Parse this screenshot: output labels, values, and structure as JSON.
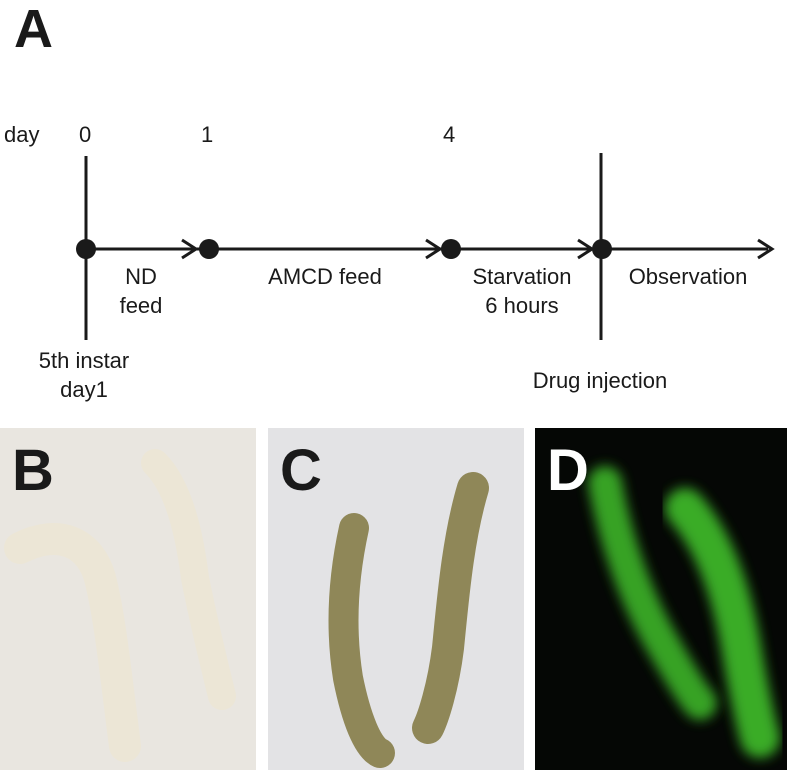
{
  "panel_a": {
    "letter": "A",
    "day_label": "day",
    "day_ticks": [
      "0",
      "1",
      "4"
    ],
    "steps": [
      {
        "line1": "ND",
        "line2": "feed"
      },
      {
        "line1": "AMCD feed",
        "line2": ""
      },
      {
        "line1": "Starvation",
        "line2": "6 hours"
      },
      {
        "line1": "Observation",
        "line2": ""
      }
    ],
    "start_note": {
      "line1": "5th instar",
      "line2": "day1"
    },
    "injection_note": "Drug injection"
  },
  "photos": [
    {
      "letter": "B",
      "letter_color": "#1a1a1a",
      "background": "#e9e6e0",
      "larva_color": "#ece6d6"
    },
    {
      "letter": "C",
      "letter_color": "#1a1a1a",
      "background": "#e3e3e5",
      "larva_color": "#8f8758"
    },
    {
      "letter": "D",
      "letter_color": "#ffffff",
      "background": "#050705",
      "larva_color": "#3fbe2a"
    }
  ]
}
